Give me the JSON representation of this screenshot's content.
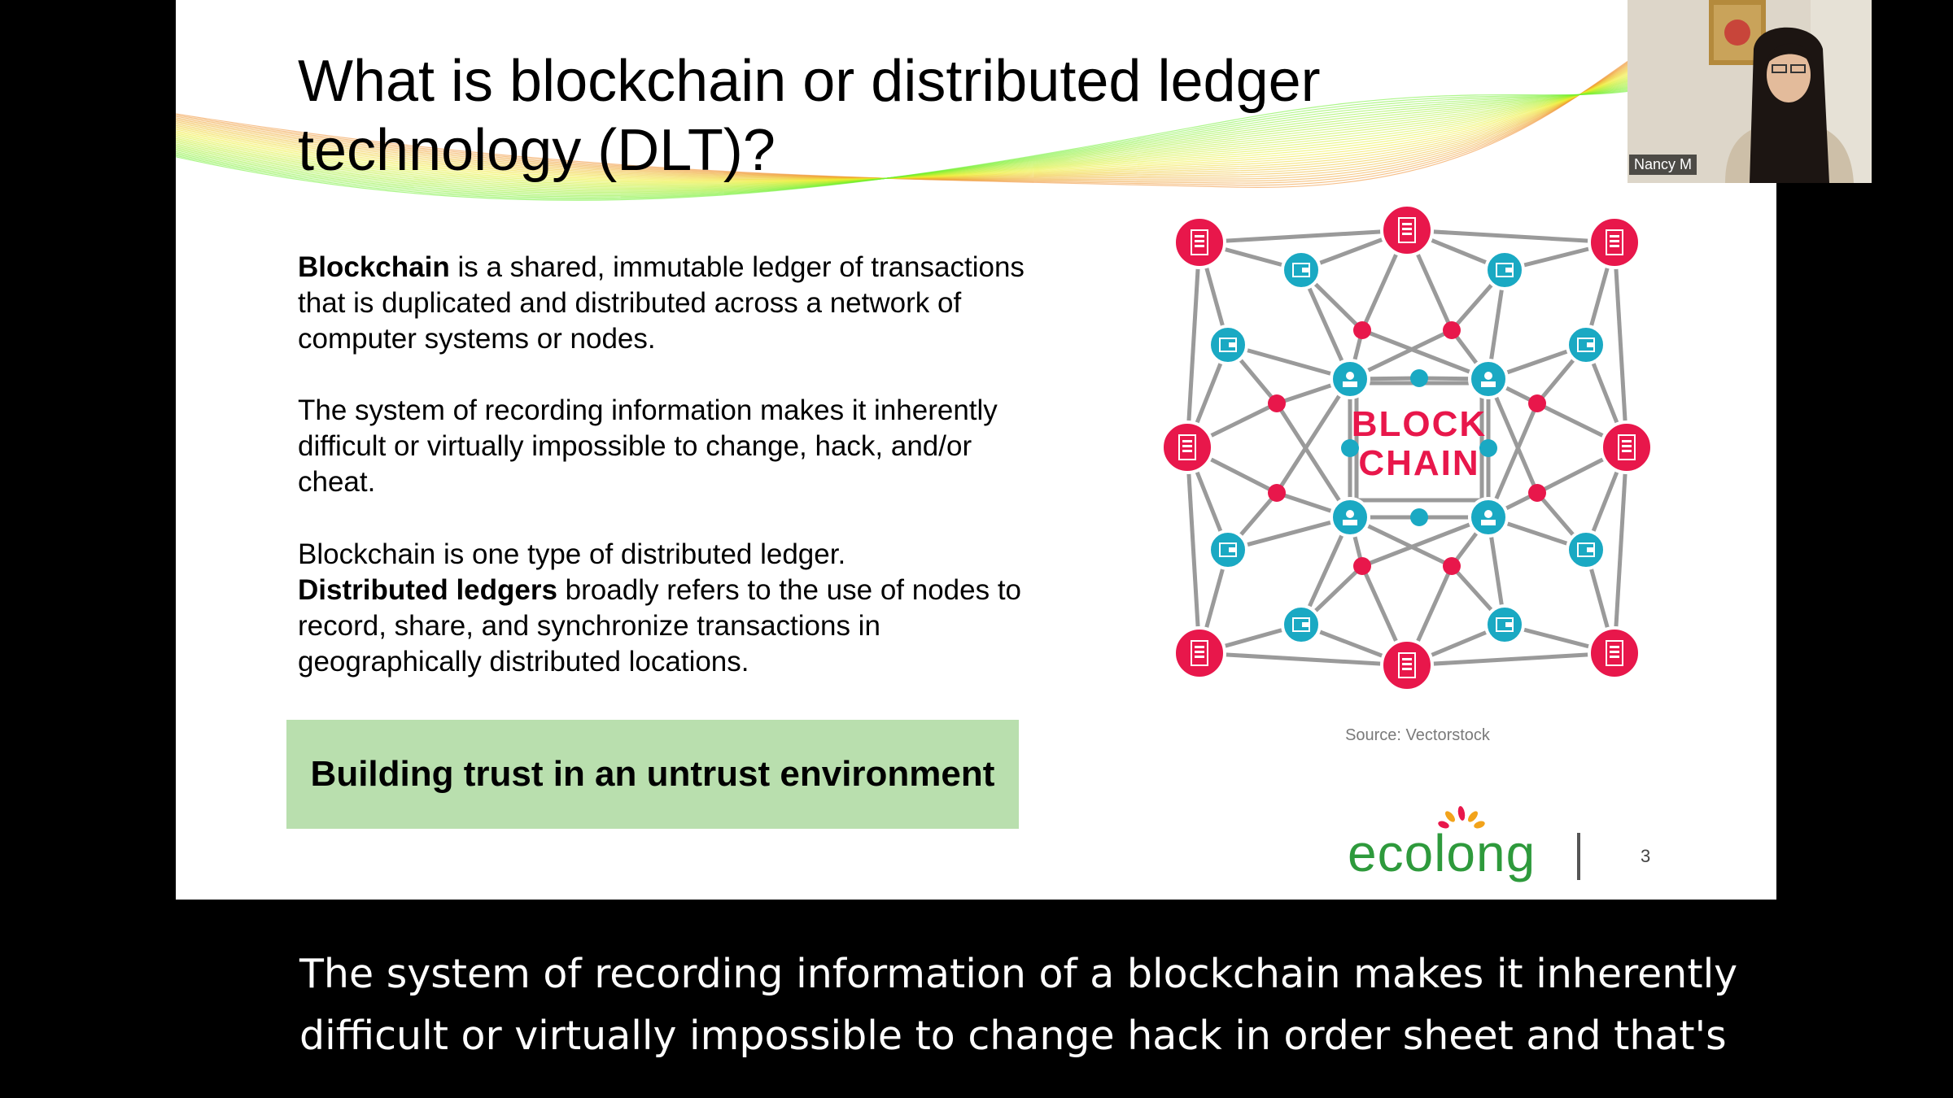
{
  "slide": {
    "title": "What is blockchain or distributed ledger technology (DLT)?",
    "para1": {
      "bold": "Blockchain",
      "rest": " is a shared, immutable ledger of transactions that is duplicated and distributed across a network of computer systems or nodes."
    },
    "para2": "The system of recording information makes it inherently difficult or virtually impossible to change, hack, and/or cheat.",
    "para3": {
      "lead": "Blockchain is one type of distributed ledger.",
      "bold": "Distributed ledgers",
      "rest": " broadly refers to the use of nodes to record, share, and synchronize transactions in geographically distributed locations."
    },
    "callout": "Building trust in an untrust environment",
    "diagram_label_line1": "BLOCK",
    "diagram_label_line2": "CHAIN",
    "source": "Source: Vectorstock",
    "logo": "ecolong",
    "page_number": "3",
    "colors": {
      "red_node": "#e8174b",
      "teal_node": "#1aa9c3",
      "link": "#9a9a9a",
      "callout_bg": "#b9dfae",
      "logo_green": "#2e9a3c"
    }
  },
  "webcam": {
    "participant_name": "Nancy M"
  },
  "caption": {
    "line1": "The system of recording information of a blockchain makes it inherently",
    "line2": "difficult or virtually impossible to change hack in order sheet and that's"
  }
}
